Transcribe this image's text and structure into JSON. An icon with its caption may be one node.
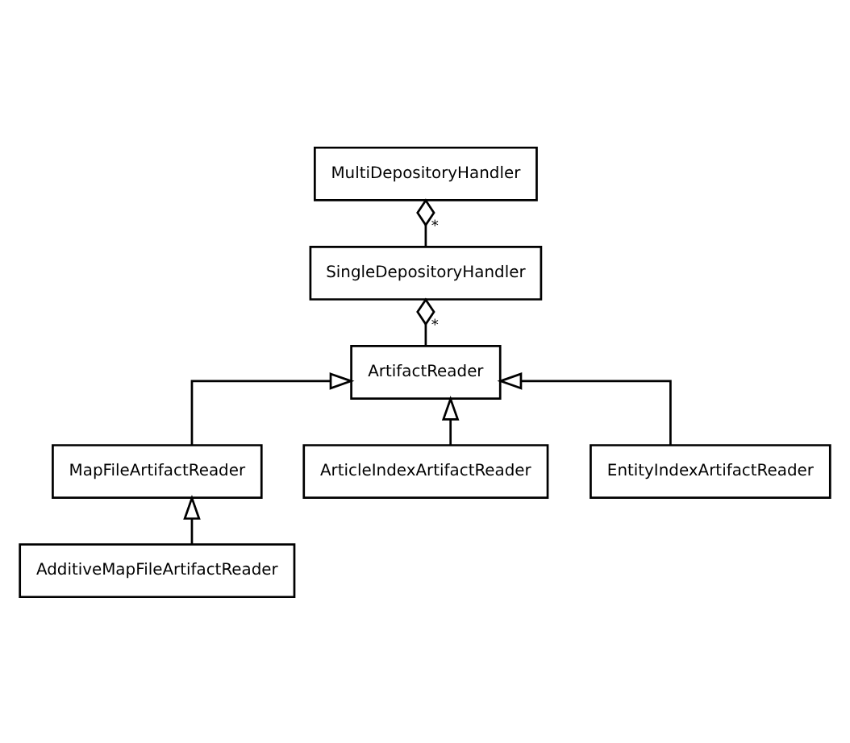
{
  "diagram": {
    "nodes": [
      {
        "text": [
          "MultiDepositoryHandler"
        ]
      },
      {
        "text": [
          "SingleDepositoryHandler"
        ]
      },
      {
        "text": [
          "ArtifactReader"
        ]
      },
      {
        "text": [
          "MapFileArtifactReader"
        ]
      },
      {
        "text": [
          "ArticleIndexArtifactReader"
        ]
      },
      {
        "text": [
          "AdditiveMapFileArtifactReader"
        ]
      },
      {
        "text": [
          "EntityIndexArtifactReader"
        ]
      }
    ],
    "edges": [
      {
        "from": 0,
        "to": 1,
        "arrow": "other",
        "label": "*"
      },
      {
        "from": 1,
        "to": 2,
        "arrow": "other",
        "label": "*"
      },
      {
        "from": 3,
        "to": 2,
        "arrow": "to"
      },
      {
        "from": 4,
        "to": 2,
        "arrow": "to"
      },
      {
        "from": 6,
        "to": 2,
        "arrow": "to"
      },
      {
        "from": 5,
        "to": 3,
        "arrow": "to"
      }
    ]
  }
}
